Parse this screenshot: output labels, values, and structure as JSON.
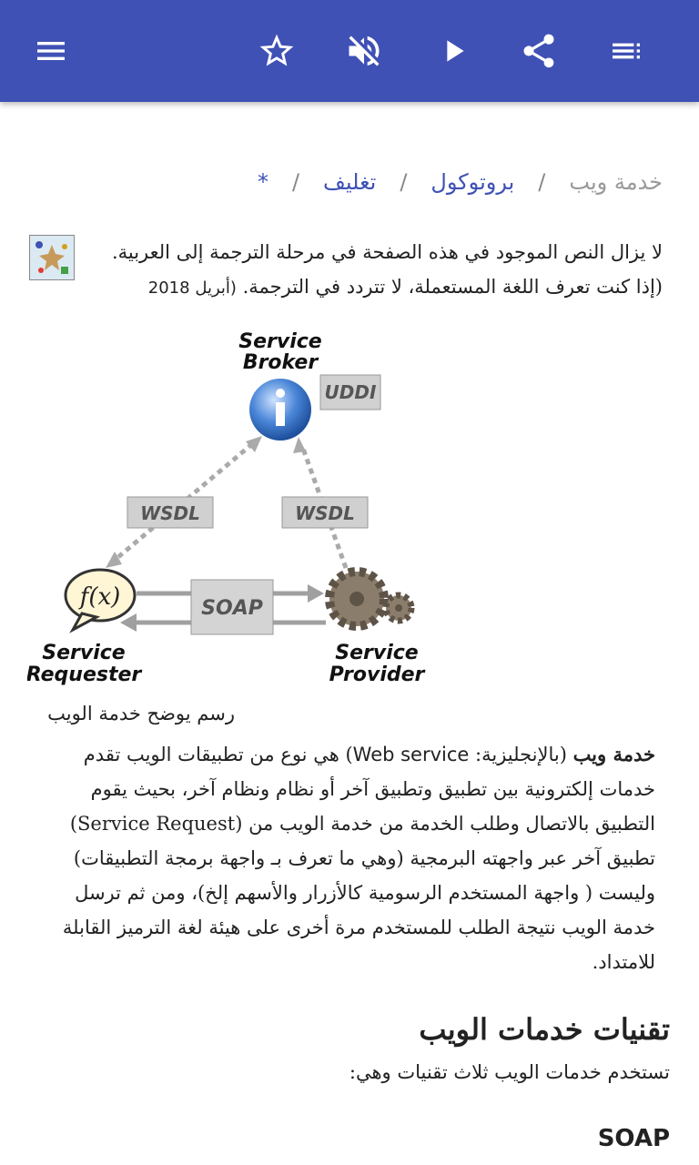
{
  "toolbar": {
    "menu_icon": "menu-icon",
    "star_icon": "star-icon",
    "mute_icon": "volume-off-icon",
    "play_icon": "play-icon",
    "share_icon": "share-icon",
    "toc_icon": "toc-list-icon"
  },
  "breadcrumb": {
    "current": "خدمة ويب",
    "item1": "بروتوكول",
    "item2": "تغليف",
    "item3": "*",
    "separator": "/"
  },
  "notice": {
    "line1": "لا يزال النص الموجود في هذه الصفحة في مرحلة الترجمة إلى العربية.",
    "line2": "(إذا كنت تعرف اللغة المستعملة، لا تتردد في الترجمة.",
    "date": "(أبريل 2018"
  },
  "diagram": {
    "broker_line1": "Service",
    "broker_line2": "Broker",
    "uddi": "UDDI",
    "wsdl_left": "WSDL",
    "wsdl_right": "WSDL",
    "soap": "SOAP",
    "fx": "f(x)",
    "requester_line1": "Service",
    "requester_line2": "Requester",
    "provider_line1": "Service",
    "provider_line2": "Provider"
  },
  "caption": "رسم يوضح خدمة الويب",
  "paragraph": {
    "bold_term": "خدمة ويب",
    "intro": " (بالإنجليزية: ",
    "english": "Web service",
    "rest": ") هي نوع من تطبيقات الويب تقدم خدمات إلكترونية بين تطبيق وتطبيق آخر أو نظام ونظام آخر، بحيث يقوم التطبيق بالاتصال وطلب الخدمة من خدمة الويب من (Service Request) تطبيق آخر عبر واجهته البرمجية (وهي ما تعرف بـ واجهة برمجة التطبيقات) وليست ( واجهة المستخدم الرسومية كالأزرار والأسهم إلخ)، ومن ثم ترسل خدمة الويب نتيجة الطلب للمستخدم مرة أخرى على هيئة لغة الترميز القابلة للامتداد."
  },
  "section": {
    "heading": "تقنيات خدمات الويب",
    "intro": "تستخدم خدمات الويب ثلاث تقنيات وهي:",
    "sub1": "SOAP"
  },
  "colors": {
    "appbar": "#3f51b5",
    "link": "#3f51b5"
  }
}
